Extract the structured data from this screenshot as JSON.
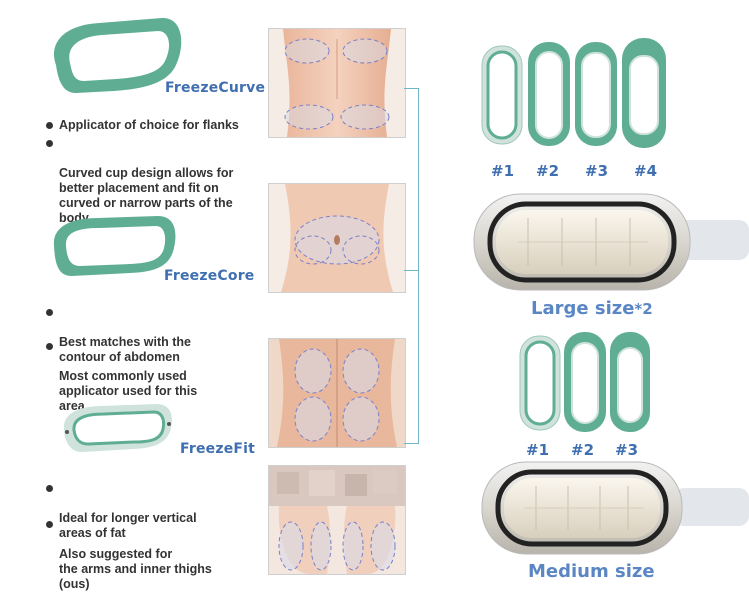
{
  "left": {
    "sections": [
      {
        "title": "FreezeCurve",
        "bullets": [
          "Applicator of choice for flanks",
          "Curved cup design allows for\nbetter placement and fit on\ncurved or narrow parts of the\nbody"
        ]
      },
      {
        "title": "FreezeCore",
        "bullets": [
          "Best matches with the\ncontour of abdomen",
          "Most commonly used\napplicator used for this\narea"
        ]
      },
      {
        "title": "FreezeFit",
        "bullets": [
          "Ideal for longer vertical\nareas of fat",
          "Also suggested for\nthe arms and inner thighs\n(ous)"
        ]
      }
    ]
  },
  "right": {
    "large": {
      "numbers": [
        "#1",
        "#2",
        "#3",
        "#4"
      ],
      "label": "Large size",
      "multiplier": "*2"
    },
    "medium": {
      "numbers": [
        "#1",
        "#2",
        "#3"
      ],
      "label": "Medium size"
    }
  },
  "colors": {
    "accent_green": "#5fae93",
    "label_blue": "#3f6fb0",
    "size_blue": "#5b86c4"
  }
}
